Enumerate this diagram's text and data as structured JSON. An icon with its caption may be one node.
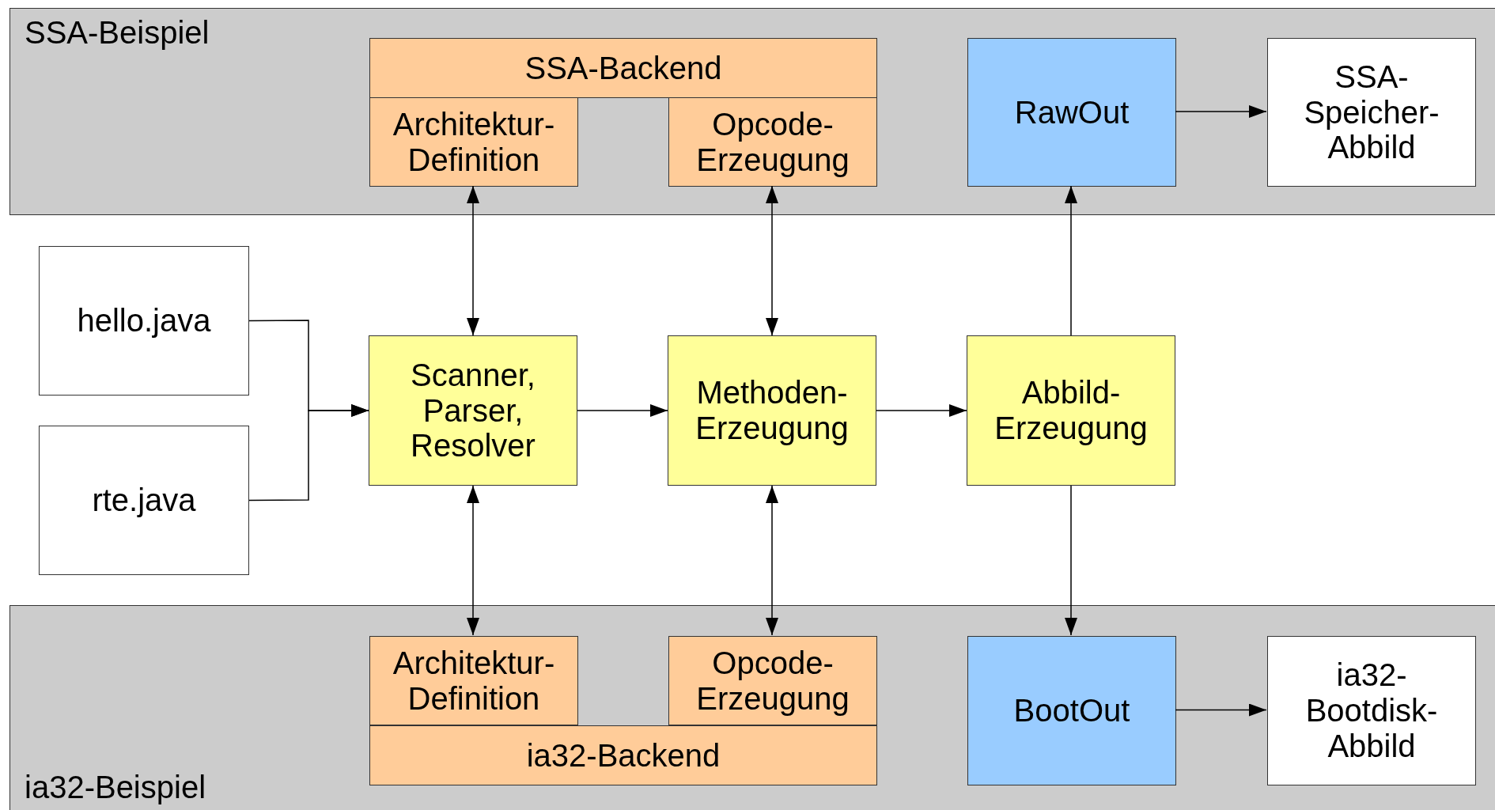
{
  "diagram": {
    "nodes": [
      {
        "text": [
          "SSA-Beispiel"
        ]
      },
      {
        "text": [
          "SSA-Backend"
        ],
        "in": 0
      },
      {
        "text": [
          "Architektur-Definition"
        ],
        "in": 0
      },
      {
        "text": [
          "Opcode-Erzeugung"
        ],
        "in": 0
      },
      {
        "text": [
          "RawOut"
        ],
        "in": 0
      },
      {
        "text": [
          "SSA-Speicher-Abbild"
        ],
        "in": 0
      },
      {
        "text": [
          "hello.java"
        ]
      },
      {
        "text": [
          "rte.java"
        ]
      },
      {
        "text": [
          "Scanner, Parser, Resolver"
        ]
      },
      {
        "text": [
          "Methoden-Erzeugung"
        ]
      },
      {
        "text": [
          "Abbild-Erzeugung"
        ]
      },
      {
        "text": [
          "ia32-Beispiel"
        ]
      },
      {
        "text": [
          "ia32-Backend"
        ],
        "in": 11
      },
      {
        "text": [
          "Architektur-Definition"
        ],
        "in": 11
      },
      {
        "text": [
          "Opcode-Erzeugung"
        ],
        "in": 11
      },
      {
        "text": [
          "BootOut"
        ],
        "in": 11
      },
      {
        "text": [
          "ia32-Bootdisk-Abbild"
        ],
        "in": 11
      }
    ],
    "edges": [
      {
        "from": 6,
        "to": 8,
        "arrow": "to"
      },
      {
        "from": 7,
        "to": 8,
        "arrow": "to"
      },
      {
        "from": 8,
        "to": 9,
        "arrow": "to"
      },
      {
        "from": 9,
        "to": 10,
        "arrow": "to"
      },
      {
        "from": 2,
        "to": 8,
        "arrow": "both"
      },
      {
        "from": 3,
        "to": 9,
        "arrow": "both"
      },
      {
        "from": 8,
        "to": 13,
        "arrow": "both"
      },
      {
        "from": 9,
        "to": 14,
        "arrow": "both"
      },
      {
        "from": 10,
        "to": 4,
        "arrow": "to"
      },
      {
        "from": 10,
        "to": 15,
        "arrow": "to"
      },
      {
        "from": 4,
        "to": 5,
        "arrow": "to"
      },
      {
        "from": 15,
        "to": 16,
        "arrow": "to"
      }
    ]
  }
}
